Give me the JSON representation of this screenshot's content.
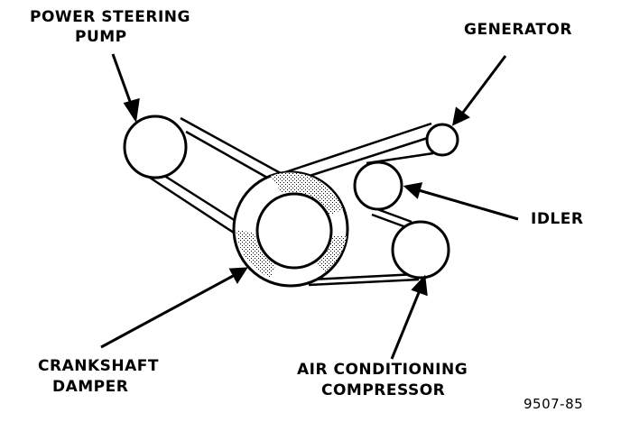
{
  "labels": {
    "power_steering_pump_line1": "POWER STEERING",
    "power_steering_pump_line2": "PUMP",
    "generator": "GENERATOR",
    "idler": "IDLER",
    "crankshaft_damper_line1": "CRANKSHAFT",
    "crankshaft_damper_line2": "DAMPER",
    "ac_compressor_line1": "AIR CONDITIONING",
    "ac_compressor_line2": "COMPRESSOR",
    "figure_id": "9507-85"
  },
  "colors": {
    "ink": "#000000",
    "paper": "#ffffff"
  }
}
